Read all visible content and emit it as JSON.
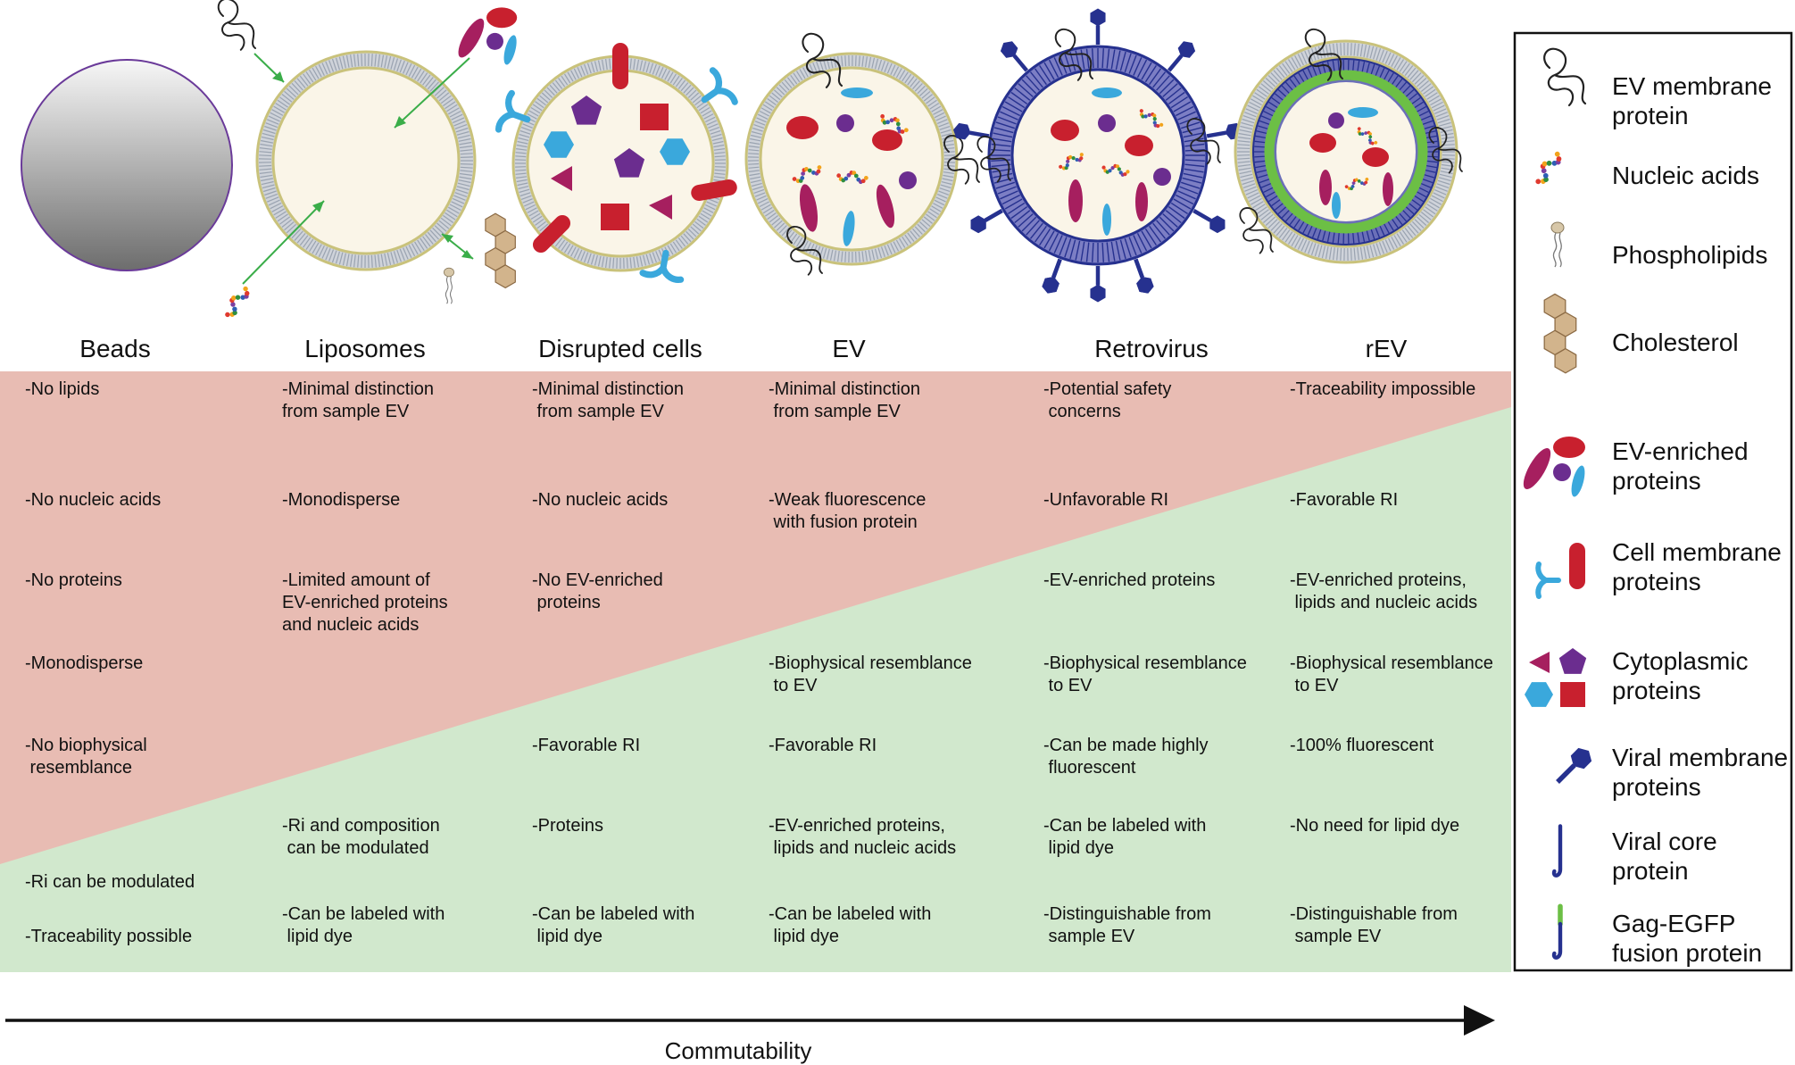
{
  "columns": [
    {
      "title": "Beads"
    },
    {
      "title": "Liposomes"
    },
    {
      "title": "Disrupted cells"
    },
    {
      "title": "EV"
    },
    {
      "title": "Retrovirus"
    },
    {
      "title": "rEV"
    }
  ],
  "table": [
    [
      [
        "-No lipids"
      ],
      [
        "-No nucleic acids"
      ],
      [
        "-No proteins"
      ],
      [
        "-Monodisperse"
      ],
      [
        "-No biophysical",
        " resemblance"
      ],
      [
        "-Ri can be modulated"
      ],
      [
        "-Traceability possible"
      ]
    ],
    [
      [
        "-Minimal distinction",
        "from sample EV"
      ],
      [
        "-Monodisperse"
      ],
      [
        "-Limited amount of",
        "EV-enriched proteins",
        "and nucleic acids"
      ],
      [
        "-Ri and composition",
        " can be modulated"
      ],
      [
        "-Can be labeled with",
        " lipid dye"
      ]
    ],
    [
      [
        "-Minimal distinction",
        " from sample EV"
      ],
      [
        "-No nucleic acids"
      ],
      [
        "-No EV-enriched",
        " proteins"
      ],
      [
        "-Favorable RI"
      ],
      [
        "-Proteins"
      ],
      [
        "-Can be labeled with",
        " lipid dye"
      ]
    ],
    [
      [
        "-Minimal distinction",
        " from sample EV"
      ],
      [
        "-Weak fluorescence",
        " with fusion protein"
      ],
      [
        "-Biophysical resemblance",
        " to EV"
      ],
      [
        "-Favorable RI"
      ],
      [
        "-EV-enriched proteins,",
        " lipids and nucleic acids"
      ],
      [
        "-Can be labeled with",
        " lipid dye"
      ]
    ],
    [
      [
        "-Potential safety",
        " concerns"
      ],
      [
        "-Unfavorable RI"
      ],
      [
        "-EV-enriched proteins"
      ],
      [
        "-Biophysical resemblance",
        " to EV"
      ],
      [
        "-Can be made highly",
        " fluorescent"
      ],
      [
        "-Can be labeled with",
        " lipid dye"
      ],
      [
        "-Distinguishable from",
        " sample EV"
      ]
    ],
    [
      [
        "-Traceability impossible"
      ],
      [
        "-Favorable RI"
      ],
      [
        "-EV-enriched proteins,",
        " lipids and nucleic acids"
      ],
      [
        "-Biophysical resemblance",
        " to EV"
      ],
      [
        "-100% fluorescent"
      ],
      [
        "-No need for lipid dye"
      ],
      [
        "-Distinguishable from",
        " sample EV"
      ]
    ]
  ],
  "legend": [
    {
      "icon": "ev-membrane-protein-icon",
      "lines": [
        "EV membrane",
        "protein"
      ]
    },
    {
      "icon": "nucleic-acid-icon",
      "lines": [
        "Nucleic acids"
      ]
    },
    {
      "icon": "phospholipid-icon",
      "lines": [
        "Phospholipids"
      ]
    },
    {
      "icon": "cholesterol-icon",
      "lines": [
        "Cholesterol"
      ]
    },
    {
      "icon": "ev-enriched-proteins-icon",
      "lines": [
        "EV-enriched",
        "proteins"
      ]
    },
    {
      "icon": "cell-membrane-proteins-icon",
      "lines": [
        "Cell membrane",
        "proteins"
      ]
    },
    {
      "icon": "cytoplasmic-proteins-icon",
      "lines": [
        "Cytoplasmic",
        "proteins"
      ]
    },
    {
      "icon": "viral-membrane-protein-icon",
      "lines": [
        "Viral membrane",
        "proteins"
      ]
    },
    {
      "icon": "viral-core-protein-icon",
      "lines": [
        "Viral core",
        "protein"
      ]
    },
    {
      "icon": "gag-egfp-icon",
      "lines": [
        "Gag-EGFP",
        "fusion protein"
      ]
    }
  ],
  "axis": {
    "label": "Commutability"
  },
  "colors": {
    "negative_region": "#e8bcb3",
    "positive_region": "#d1e8cd",
    "cytoplasm": "#faf5e8",
    "membrane_head": "#c9c27b",
    "membrane_tail": "#b7bec8",
    "viral_protein": "#26318f",
    "ev_red": "#c8202e",
    "magenta": "#a61f5f",
    "purple": "#6b2d8f",
    "cyan": "#3aa8dc",
    "green_layer": "#6cbf45",
    "cholesterol": "#d2b48c",
    "arrow_green": "#3aad49"
  }
}
